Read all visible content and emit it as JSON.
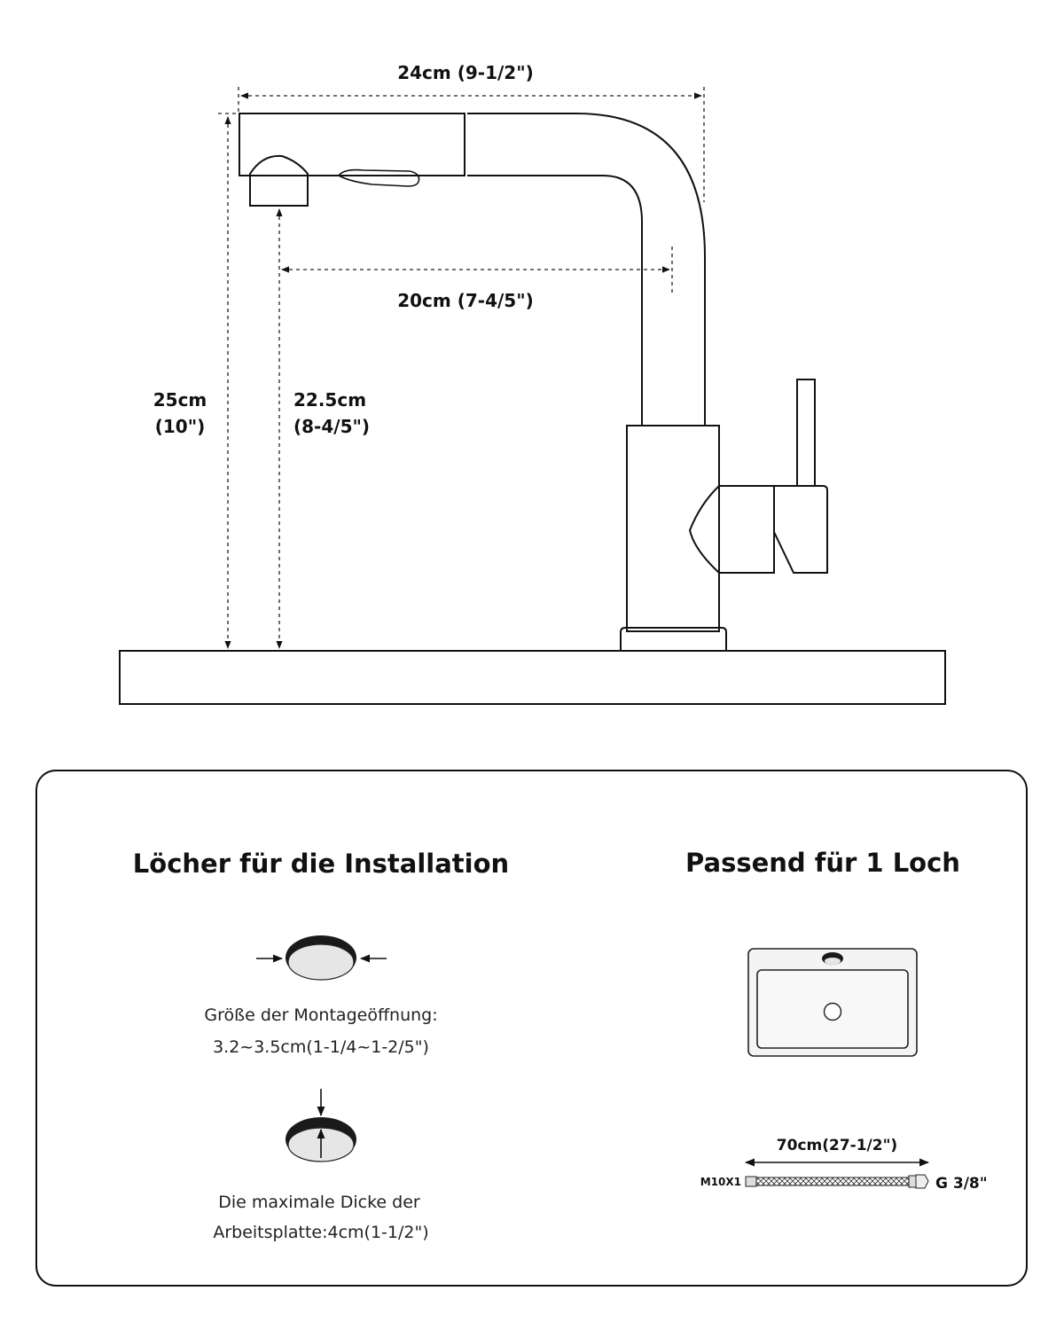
{
  "dimensions": {
    "width_total": "24cm (9-1/2\")",
    "reach": "20cm (7-4/5\")",
    "height_total_cm": "25cm",
    "height_total_in": "(10\")",
    "spout_height_cm": "22.5cm",
    "spout_height_in": "(8-4/5\")"
  },
  "installation": {
    "title": "Löcher für die Installation",
    "hole_label_line1": "Größe der Montageöffnung:",
    "hole_label_line2": "3.2~3.5cm(1-1/4~1-2/5\")",
    "thickness_label_line1": "Die maximale Dicke der",
    "thickness_label_line2": "Arbeitsplatte:4cm(1-1/2\")"
  },
  "fit": {
    "title": "Passend für 1 Loch",
    "hose_length": "70cm(27-1/2\")",
    "hose_left_thread": "M10X1",
    "hose_right_thread": "G 3/8\""
  }
}
